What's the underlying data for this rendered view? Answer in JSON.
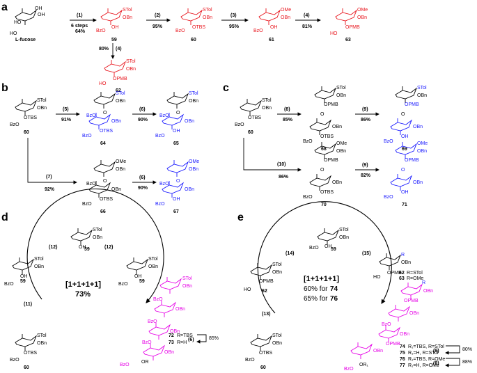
{
  "panels": {
    "a": "a",
    "b": "b",
    "c": "c",
    "d": "d",
    "e": "e"
  },
  "a": {
    "start_label": "L-fucose",
    "start_groups": {
      "oh_top": "OH",
      "oh1": "OH",
      "ho1": "HO",
      "ho2": "HO"
    },
    "step1": {
      "num": "(1)",
      "cond": "6 steps",
      "yield": "64%"
    },
    "step2": {
      "num": "(2)",
      "yield": "95%"
    },
    "step3": {
      "num": "(3)",
      "yield": "95%"
    },
    "step4": {
      "num": "(4)",
      "yield": "81%"
    },
    "step4b": {
      "num": "(4)",
      "yield": "80%"
    },
    "c59": {
      "num": "59",
      "g1": "STol",
      "g2": "OBn",
      "g3": "OH",
      "g4": "BzO"
    },
    "c60": {
      "num": "60",
      "g1": "STol",
      "g2": "OBn",
      "g3": "OTBS",
      "g4": "BzO"
    },
    "c61": {
      "num": "61",
      "g1": "OMe",
      "g2": "OBn",
      "g3": "OH",
      "g4": "BzO"
    },
    "c63": {
      "num": "63",
      "g1": "OMe",
      "g2": "OBn",
      "g3": "OPMB",
      "g4": "HO"
    },
    "c62": {
      "num": "62",
      "g1": "STol",
      "g2": "OBn",
      "g3": "OPMB",
      "g4": "HO"
    }
  },
  "b": {
    "c60": {
      "num": "60",
      "g1": "STol",
      "g2": "OBn",
      "g3": "OTBS",
      "g4": "BzO"
    },
    "step5": {
      "num": "(5)",
      "yield": "91%"
    },
    "step6a": {
      "num": "(6)",
      "yield": "90%"
    },
    "step7": {
      "num": "(7)",
      "yield": "92%"
    },
    "step6b": {
      "num": "(6)",
      "yield": "90%"
    },
    "c64": {
      "num": "64",
      "g1": "STol",
      "g2": "OBn",
      "g3": "O",
      "g4": "BzO",
      "g5": "OTBS",
      "g6": "OBn",
      "g7": "BzO"
    },
    "c65": {
      "num": "65",
      "g1": "STol",
      "g2": "OBn",
      "g3": "O",
      "g4": "BzO",
      "g5": "OH",
      "g6": "OBn",
      "g7": "BzO"
    },
    "c66": {
      "num": "66",
      "g1": "OMe",
      "g2": "OBn",
      "g3": "O",
      "g4": "BzO",
      "g5": "OTBS",
      "g6": "OBn",
      "g7": "BzO"
    },
    "c67": {
      "num": "67",
      "g1": "OMe",
      "g2": "OBn",
      "g3": "O",
      "g4": "BzO",
      "g5": "OH",
      "g6": "OBn",
      "g7": "BzO"
    }
  },
  "c": {
    "c60": {
      "num": "60",
      "g1": "STol",
      "g2": "OBn",
      "g3": "OTBS",
      "g4": "BzO"
    },
    "step8": {
      "num": "(8)",
      "yield": "85%"
    },
    "step9a": {
      "num": "(9)",
      "yield": "86%"
    },
    "step10": {
      "num": "(10)",
      "yield": "86%"
    },
    "step9b": {
      "num": "(9)",
      "yield": "82%"
    },
    "c68": {
      "num": "68",
      "g1": "STol",
      "g2": "OBn",
      "g3": "OPMB",
      "g4": "O",
      "g5": "OTBS",
      "g6": "OBn",
      "g7": "BzO"
    },
    "c69": {
      "num": "69",
      "g1": "STol",
      "g2": "OBn",
      "g3": "OPMB",
      "g4": "O",
      "g5": "OH",
      "g6": "OBn",
      "g7": "BzO"
    },
    "c70": {
      "num": "70",
      "g1": "OMe",
      "g2": "OBn",
      "g3": "OPMB",
      "g4": "O",
      "g5": "OTBS",
      "g6": "OBn",
      "g7": "BzO"
    },
    "c71": {
      "num": "71",
      "g1": "OMe",
      "g2": "OBn",
      "g3": "OPMB",
      "g4": "O",
      "g5": "OH",
      "g6": "OBn",
      "g7": "BzO"
    }
  },
  "d": {
    "step11": "(11)",
    "step12a": "(12)",
    "step12b": "(12)",
    "center_label": "[1+1+1+1]",
    "center_yield": "73%",
    "c59a": {
      "num": "59",
      "g1": "STol",
      "g2": "OBn",
      "g3": "OH",
      "g4": "BzO"
    },
    "c59b": {
      "num": "59",
      "g1": "STol",
      "g2": "OBn",
      "g3": "OH",
      "g4": "BzO"
    },
    "c59c": {
      "num": "59",
      "g1": "STol",
      "g2": "OBn",
      "g3": "OH",
      "g4": "BzO"
    },
    "c60": {
      "num": "60",
      "g1": "STol",
      "g2": "OBn",
      "g3": "OTBS",
      "g4": "BzO"
    },
    "product": {
      "g1": "STol",
      "g2": "OBn",
      "bz": "BzO",
      "o": "O",
      "or": "OR"
    },
    "p72": "72",
    "p72r": "R=TBS",
    "p73": "73",
    "p73r": "R=H",
    "step6": {
      "num": "(6)",
      "yield": "85%"
    }
  },
  "e": {
    "step13": "(13)",
    "step14": "(14)",
    "step15": "(15)",
    "center_label": "[1+1+1+1]",
    "yield_74": "60% for",
    "num_74": "74",
    "yield_76": "65% for",
    "num_76": "76",
    "c59": {
      "num": "59",
      "g1": "STol",
      "g2": "OBn",
      "g3": "OH",
      "g4": "BzO"
    },
    "c62": {
      "num": "62",
      "g1": "STol",
      "g2": "OBn",
      "g3": "OPMB",
      "g4": "HO"
    },
    "c60": {
      "num": "60",
      "g1": "STol",
      "g2": "OBn",
      "g3": "OTBS",
      "g4": "BzO"
    },
    "r62": "R=STol",
    "r63": "R=OMe",
    "n62": "62",
    "n63": "63",
    "top_donor": {
      "g1": "R",
      "g2": "OBn",
      "g3": "OPMB",
      "g4": "HO"
    },
    "product": {
      "g1": "R",
      "g2": "OBn",
      "bz": "BzO",
      "o": "O",
      "pmb": "OPMB",
      "or1": "OR₁"
    },
    "list": [
      {
        "num": "74",
        "desc": "R₁=TBS, R=STol"
      },
      {
        "num": "75",
        "desc": "R₁=H, R=STol"
      },
      {
        "num": "76",
        "desc": "R₁=TBS, R=OMe"
      },
      {
        "num": "77",
        "desc": "R₁=H, R=OMe"
      }
    ],
    "step9a": {
      "num": "(9)",
      "yield": "80%"
    },
    "step9b": {
      "num": "(9)",
      "yield": "88%"
    }
  }
}
